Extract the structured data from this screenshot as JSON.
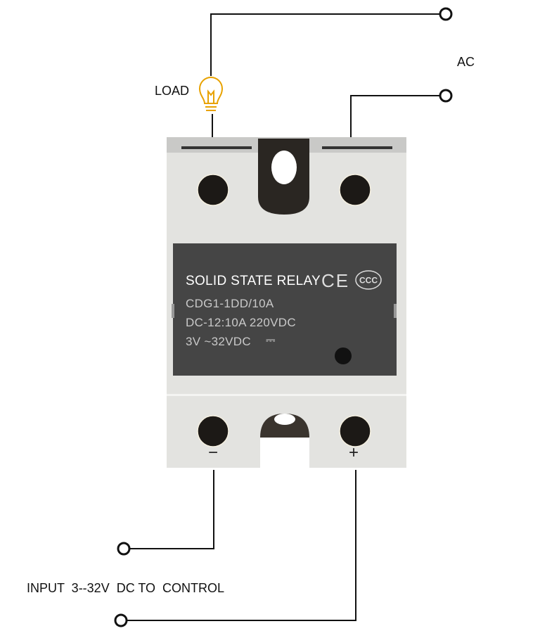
{
  "labels": {
    "load": "LOAD",
    "ac": "AC",
    "input": "INPUT  3--32V  DC TO  CONTROL"
  },
  "relay": {
    "title": "SOLID STATE RELAY",
    "model": "CDG1-1DD/10A",
    "rating": "DC-12:10A 220VDC",
    "control": "3V ~32VDC",
    "ce_mark": "CE",
    "ccc_mark": "CCC",
    "minus_symbol": "−",
    "plus_symbol": "+"
  },
  "colors": {
    "body": "#e3e3e0",
    "panel": "#454545",
    "bulb": "#e8a200",
    "wire": "#111111"
  }
}
